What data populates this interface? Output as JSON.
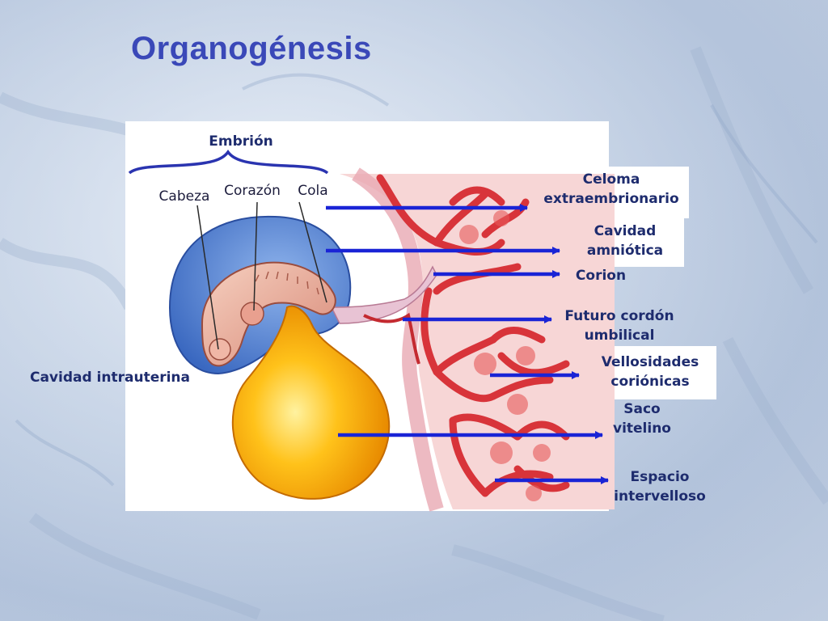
{
  "title": "Organogénesis",
  "labels": {
    "embrion": "Embrión",
    "cabeza": "Cabeza",
    "corazon": "Corazón",
    "cola": "Cola",
    "cavidad_intrauterina": "Cavidad intrauterina",
    "celoma_1": "Celoma",
    "celoma_2": "extraembrionario",
    "cavidad_amniotica_1": "Cavidad",
    "cavidad_amniotica_2": "amniótica",
    "corion": "Corion",
    "futuro_cordon_1": "Futuro cordón",
    "futuro_cordon_2": "umbilical",
    "vellosidades_1": "Vellosidades",
    "vellosidades_2": "coriónicas",
    "saco_1": "Saco",
    "saco_2": "vitelino",
    "espacio_1": "Espacio",
    "espacio_2": "intervelloso"
  },
  "colors": {
    "title": "#3a48b8",
    "label_text": "#1e2c6e",
    "arrow": "#1a24d6",
    "yolk_sac": "#f5a800",
    "amnion": "#4a7fd0",
    "villi": "#d83a3a"
  }
}
